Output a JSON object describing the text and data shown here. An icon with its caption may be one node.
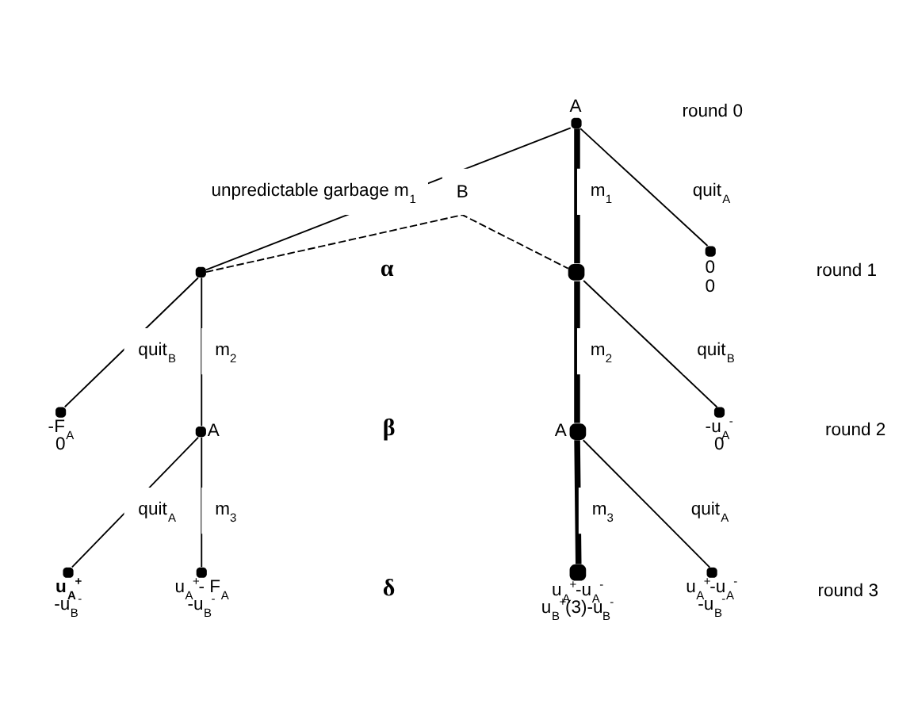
{
  "diagram": {
    "nodes": [
      {
        "text": [],
        "shape": "circle",
        "beside": [
          "A"
        ]
      },
      {
        "text": [],
        "shape": "circle"
      },
      {
        "text": [],
        "shape": "circle"
      },
      {
        "text": [],
        "shape": "circle",
        "beside": [
          "0",
          "0"
        ]
      },
      {
        "text": [],
        "shape": "circle",
        "beside": [
          "-F$_{A}$",
          "0"
        ]
      },
      {
        "text": [],
        "shape": "circle",
        "beside": [
          "A"
        ]
      },
      {
        "text": [],
        "shape": "circle",
        "beside": [
          "A"
        ]
      },
      {
        "text": [],
        "shape": "circle",
        "beside": [
          "-u$_{A}$$^{-}$",
          "0"
        ]
      },
      {
        "text": [],
        "shape": "circle",
        "beside": [
          "**u$_{A}$$^{+}$**",
          "-u$_{B}$$^{-}$"
        ]
      },
      {
        "text": [],
        "shape": "circle",
        "beside": [
          "u$_{A}$$^{+}$- F$_{A}$",
          "-u$_{B}$$^{-}$"
        ]
      },
      {
        "text": [],
        "shape": "circle",
        "beside": [
          "u$_{A}$$^{+}$-u$_{A}$$^{-}$",
          "u$_{B}$$^{+}$(3)-u$_{B}$$^{-}$"
        ]
      },
      {
        "text": [],
        "shape": "circle",
        "beside": [
          "u$_{A}$$^{+}$-u$_{A}$$^{-}$",
          "-u$_{B}$$^{-}$"
        ]
      }
    ],
    "edges": [
      {
        "from": 0,
        "to": 1,
        "arrow": "none",
        "label": "unpredictable garbage m$_{1}$"
      },
      {
        "from": 0,
        "to": 2,
        "arrow": "none",
        "label": "m$_{1}$",
        "style": "thick"
      },
      {
        "from": 0,
        "to": 3,
        "arrow": "none",
        "label": "quit$_{A}$"
      },
      {
        "from": 1,
        "to": 2,
        "arrow": "none",
        "label": "B",
        "style": "dashed"
      },
      {
        "from": 1,
        "to": 4,
        "arrow": "none",
        "label": "quit$_{B}$"
      },
      {
        "from": 1,
        "to": 5,
        "arrow": "none",
        "label": "m$_{2}$"
      },
      {
        "from": 2,
        "to": 6,
        "arrow": "none",
        "label": "m$_{2}$",
        "style": "thick"
      },
      {
        "from": 2,
        "to": 7,
        "arrow": "none",
        "label": "quit$_{B}$"
      },
      {
        "from": 5,
        "to": 8,
        "arrow": "none",
        "label": "quit$_{A}$"
      },
      {
        "from": 5,
        "to": 9,
        "arrow": "none",
        "label": "m$_{3}$"
      },
      {
        "from": 6,
        "to": 10,
        "arrow": "none",
        "label": "m$_{3}$",
        "style": "thick"
      },
      {
        "from": 6,
        "to": 11,
        "arrow": "none",
        "label": "quit$_{A}$"
      }
    ],
    "labels": [
      "round 0",
      "α",
      "round 1",
      "β",
      "round 2",
      "δ",
      "round 3"
    ]
  }
}
